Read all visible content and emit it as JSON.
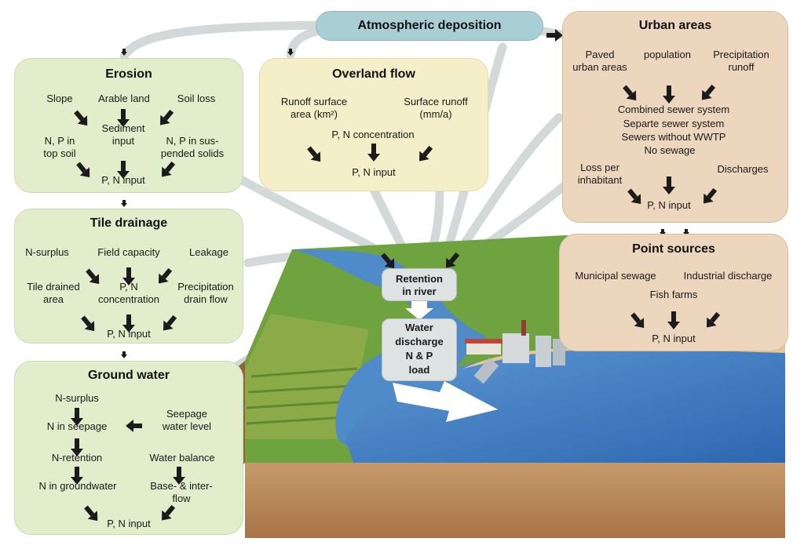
{
  "atmospheric": {
    "label": "Atmospheric deposition"
  },
  "erosion": {
    "title": "Erosion",
    "slope": "Slope",
    "arable_land": "Arable land",
    "soil_loss": "Soil loss",
    "sediment_1": "Sediment",
    "sediment_2": "input",
    "np_top_1": "N, P in",
    "np_top_2": "top soil",
    "np_susp_1": "N, P in sus-",
    "np_susp_2": "pended solids",
    "output": "P, N input"
  },
  "tile": {
    "title": "Tile drainage",
    "n_surplus": "N-surplus",
    "field_capacity": "Field capacity",
    "leakage": "Leakage",
    "tile_area_1": "Tile drained",
    "tile_area_2": "area",
    "conc_1": "P, N",
    "conc_2": "concentration",
    "precip_1": "Precipitation",
    "precip_2": "drain flow",
    "output": "P, N input"
  },
  "ground": {
    "title": "Ground water",
    "n_surplus": "N-surplus",
    "n_seepage": "N in seepage",
    "seepage_1": "Seepage",
    "seepage_2": "water level",
    "n_retention": "N-retention",
    "water_balance": "Water balance",
    "n_groundwater": "N in groundwater",
    "base_1": "Base- & inter-",
    "base_2": "flow",
    "output": "P, N input"
  },
  "overland": {
    "title": "Overland flow",
    "runoff_area_1": "Runoff surface",
    "runoff_area_2": "area (km²)",
    "surface_runoff_1": "Surface runoff",
    "surface_runoff_2": "(mm/a)",
    "concentration": "P, N concentration",
    "output": "P, N input"
  },
  "urban": {
    "title": "Urban areas",
    "paved_1": "Paved",
    "paved_2": "urban areas",
    "population": "population",
    "precip_1": "Precipitation",
    "precip_2": "runoff",
    "sewer_1": "Combined sewer system",
    "sewer_2": "Separte sewer system",
    "sewer_3": "Sewers without WWTP",
    "sewer_4": "No sewage",
    "loss_1": "Loss per",
    "loss_2": "inhabitant",
    "discharges": "Discharges",
    "output": "P, N input"
  },
  "point": {
    "title": "Point sources",
    "municipal": "Municipal sewage",
    "industrial": "Industrial discharge",
    "fish": "Fish farms",
    "output": "P, N input"
  },
  "retention": {
    "line1": "Retention",
    "line2": "in river"
  },
  "discharge": {
    "line1": "Water",
    "line2": "discharge",
    "line3": "N & P",
    "line4": "load"
  },
  "colors": {
    "green_box": "#e1edcb",
    "yellow_box": "#f5efc9",
    "tan_box": "#ecd6bd",
    "flow_pipe": "#d3d8d9",
    "atmosphere": "#a9cfd4",
    "water": "#3f7cc0",
    "land": "#6ea33f"
  }
}
